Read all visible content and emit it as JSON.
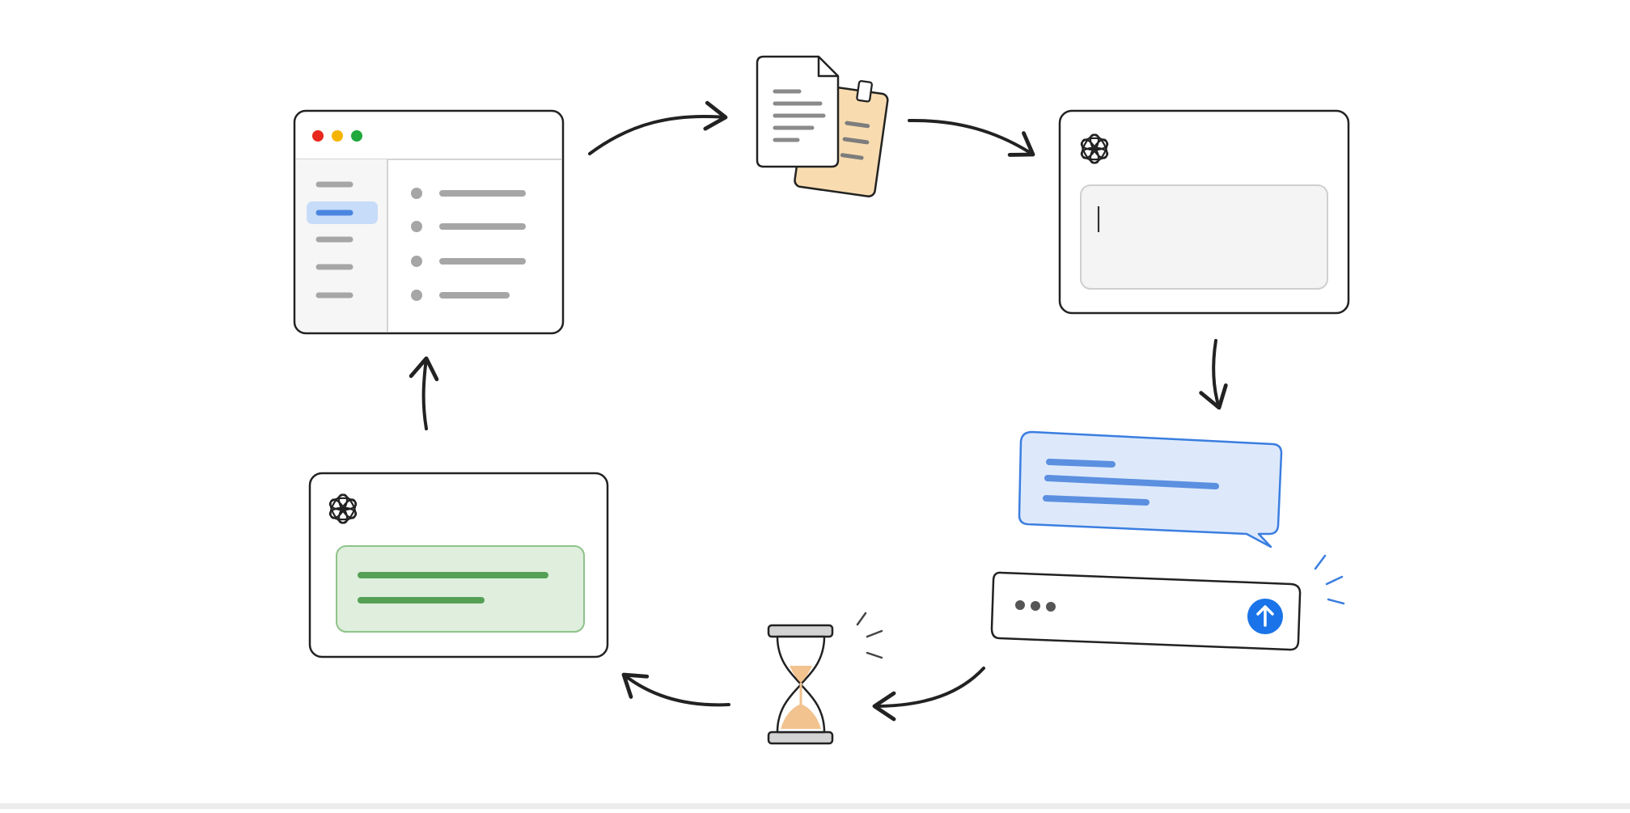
{
  "colors": {
    "stroke": "#222222",
    "placeholder_gray": "#a6a6a6",
    "sidebar_bg": "#f6f6f6",
    "selection_blue_bg": "#c7dcf8",
    "selection_blue_bar": "#4a86e0",
    "bubble_blue_bg": "#dde9fb",
    "bubble_blue_border": "#3b7ee0",
    "bubble_blue_line": "#5b8fe0",
    "send_button": "#1a73e8",
    "response_green_bg": "#dfeedd",
    "response_green_border": "#8ec38a",
    "response_green_line": "#55a055",
    "note_bg": "#f8dcb0",
    "sand": "#f2c38f",
    "traffic_red": "#e8281e",
    "traffic_yellow": "#f5b400",
    "traffic_green": "#1fa83c",
    "input_bg": "#f4f4f4"
  },
  "icons": {
    "assistant_logo_top": "openai-knot-logo-icon",
    "assistant_logo_bottom": "openai-knot-logo-icon",
    "documents": "copied-documents-icon",
    "hourglass": "hourglass-icon",
    "send": "arrow-up-icon",
    "typing": "ellipsis-icon"
  },
  "flow": {
    "steps": [
      "source-app-window",
      "copied-documents",
      "assistant-compose-window",
      "prompt-bubble-and-send-bar",
      "waiting-hourglass",
      "assistant-response-window"
    ],
    "cyclic": true
  },
  "source_window": {
    "sidebar_item_count": 5,
    "selected_sidebar_index": 1,
    "list_item_count": 4
  }
}
